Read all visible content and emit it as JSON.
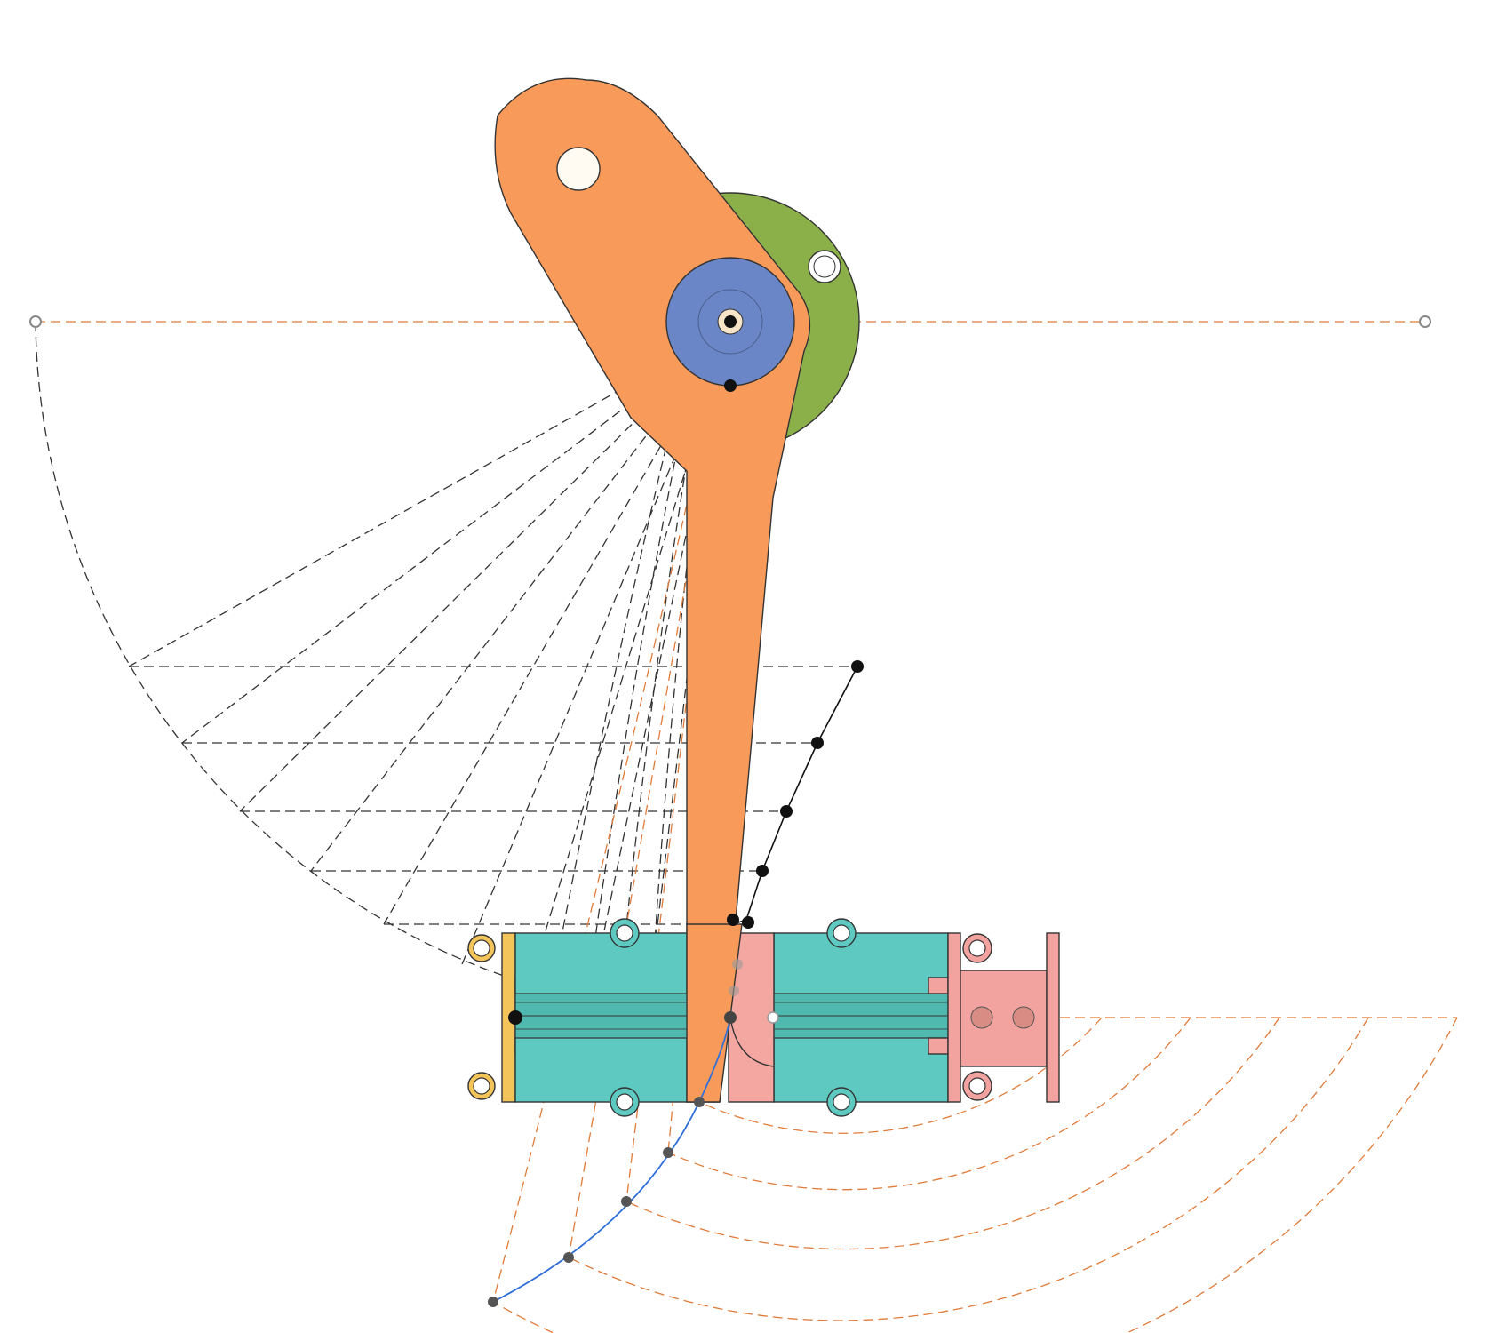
{
  "app": {
    "title": ""
  },
  "colors": {
    "background": "#ffffff",
    "crank_arm": "#f89a5a",
    "slider_block_teal": "#5dc9c0",
    "carriage_pink": "#f4a7a0",
    "end_cap_yellow": "#f2c45a",
    "end_flange_pink": "#f2a3a0",
    "disc_green": "#8bb04a",
    "hub_blue": "#6b86c6",
    "construction_black": "#333333",
    "construction_orange": "#e07b39",
    "trace_curve_blue": "#2f6fd8"
  },
  "icons": {
    "pivot": "circle-hub-icon",
    "mount_hole": "ring-hole-icon",
    "point": "dot-point-icon"
  },
  "components": [
    "crank-arm",
    "pivot-hub",
    "eccentric-disc",
    "linear-slide-rail",
    "slide-carriage",
    "end-cap-left",
    "end-flange-right"
  ]
}
